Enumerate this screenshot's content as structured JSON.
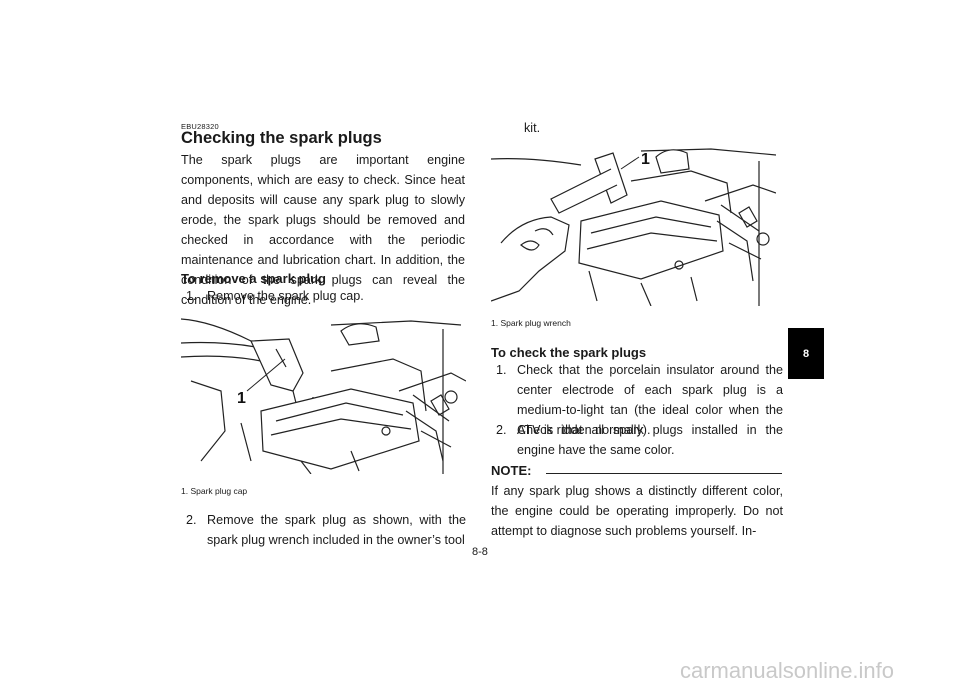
{
  "doc_code": "EBU28320",
  "title": "Checking the spark plugs",
  "intro": "The spark plugs are important engine components, which are easy to check. Since heat and deposits will cause any spark plug to slowly erode, the spark plugs should be removed and checked in accordance with the periodic maintenance and lubrication chart. In addition, the condition of the spark plugs can reveal the condition of the engine.",
  "remove": {
    "heading": "To remove a spark plug",
    "step1_num": "1.",
    "step1_text": "Remove the spark plug cap.",
    "fig1_callout": "1",
    "fig1_caption": "1. Spark plug cap",
    "step2_num": "2.",
    "step2_text": "Remove the spark plug as shown, with the spark plug wrench included in the owner’s tool",
    "step2_cont": "kit.",
    "fig2_callout": "1",
    "fig2_caption": "1. Spark plug wrench"
  },
  "check": {
    "heading": "To check the spark plugs",
    "step1_num": "1.",
    "step1_text": "Check that the porcelain insulator around the center electrode of each spark plug is a medium-to-light tan (the ideal color when the ATV is ridden normally).",
    "step2_num": "2.",
    "step2_text": "Check that all spark plugs installed in the engine have the same color."
  },
  "note": {
    "label": "NOTE:",
    "text": "If any spark plug shows a distinctly different color, the engine could be operating improperly. Do not attempt to diagnose such problems yourself. In-"
  },
  "page_number": "8-8",
  "section_tab": "8",
  "watermark": "carmanualsonline.info"
}
